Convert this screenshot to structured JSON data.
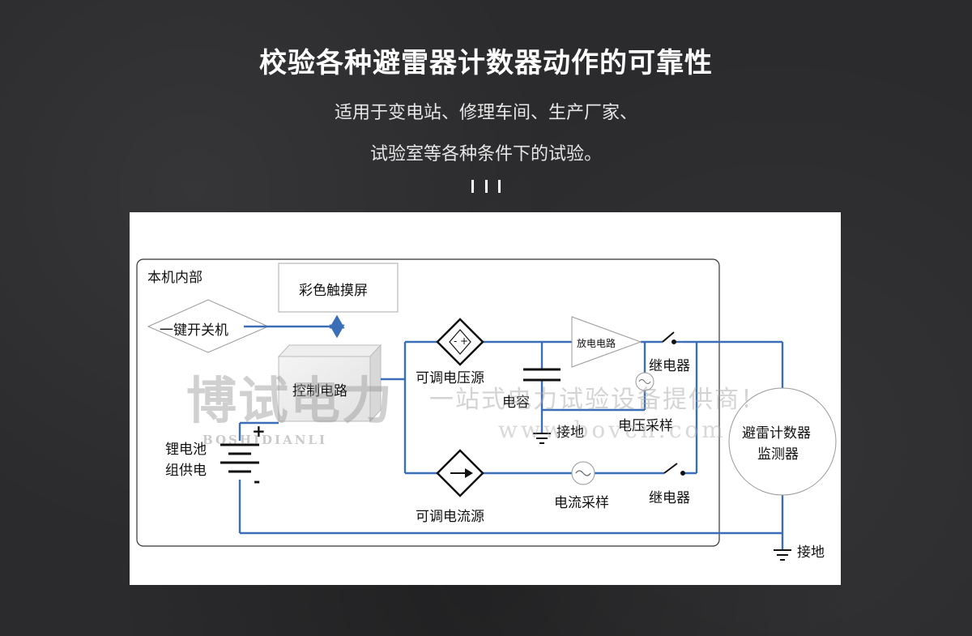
{
  "header": {
    "title": "校验各种避雷器计数器动作的可靠性",
    "subtitle_line1": "适用于变电站、修理车间、生产厂家、",
    "subtitle_line2": "试验室等各种条件下的试验。"
  },
  "diagram": {
    "enclosure_label": "本机内部",
    "touchscreen": "彩色触摸屏",
    "power_key": "一键开关机",
    "control_circuit": "控制电路",
    "battery_line1": "锂电池",
    "battery_line2": "组供电",
    "battery_plus": "+",
    "battery_minus": "-",
    "voltage_source": "可调电压源",
    "capacitor": "电容",
    "ground_inner": "接地",
    "discharge_circuit": "放电电路",
    "relay_top": "继电器",
    "voltage_sampling": "电压采样",
    "current_source": "可调电流源",
    "current_sampling": "电流采样",
    "relay_bottom": "继电器",
    "monitor_line1": "避雷计数器",
    "monitor_line2": "监测器",
    "ground_outer": "接地",
    "vsource_minus": "-",
    "vsource_plus": "+"
  },
  "watermark": {
    "logo": "博试电力",
    "logo_latin": "BOSHIDIANLI",
    "slogan": "一站式电力试验设备提供商！",
    "url": "www.bovcn.com"
  },
  "colors": {
    "background": "#2b2b2d",
    "wire": "#3a6fb7",
    "panel": "#ffffff"
  }
}
